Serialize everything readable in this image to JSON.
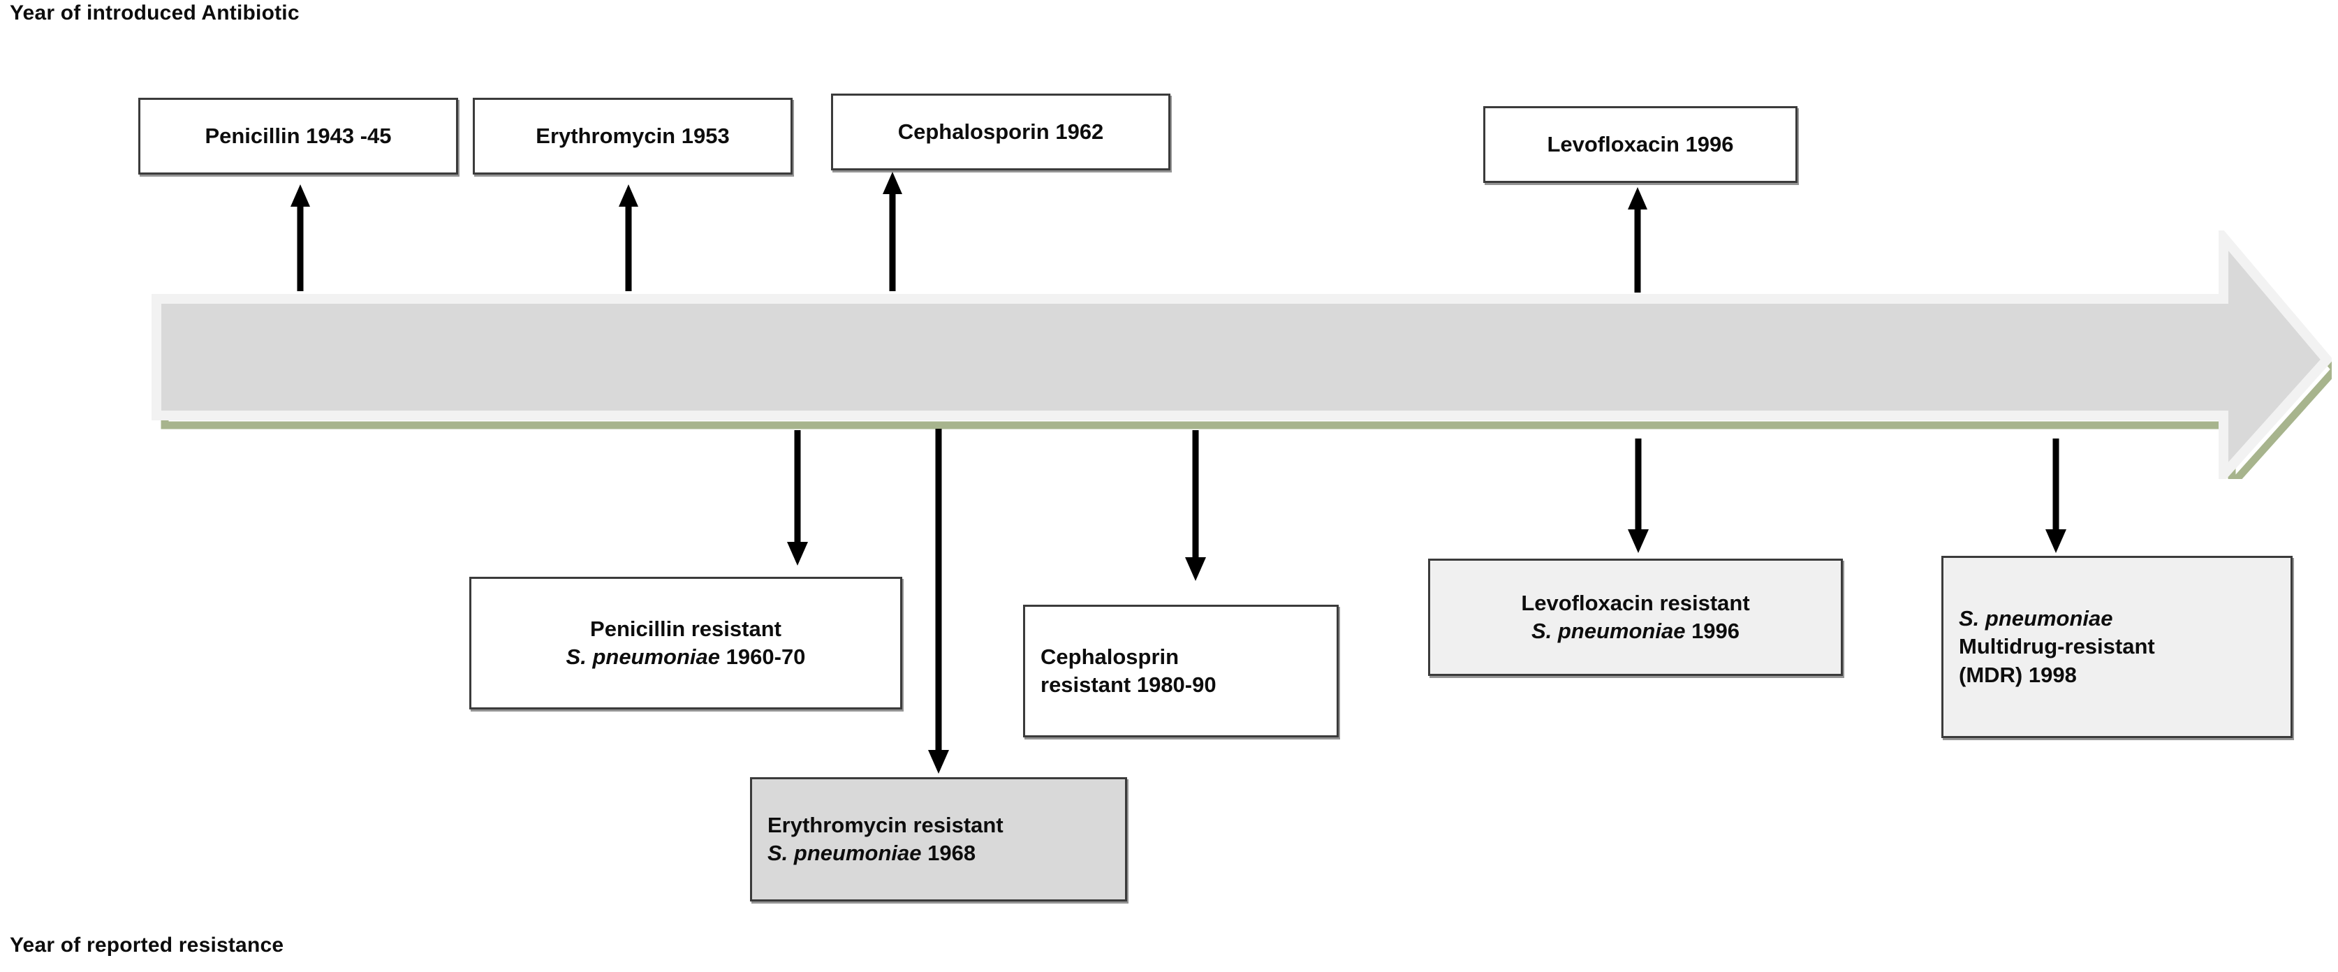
{
  "captions": {
    "top": "Year of introduced Antibiotic",
    "bottom": "Year of reported resistance"
  },
  "colors": {
    "arrow_fill": "#d9d9d9",
    "arrow_inner_stroke": "#f2f2f2",
    "arrow_shadow": "#a7b48d",
    "box_border": "#3b3b3b",
    "box_fill_white": "#ffffff",
    "box_fill_gray": "#d9d9d9",
    "box_fill_light": "#f0f0f0",
    "text": "#0d0d0d",
    "connector": "#000000"
  },
  "introductions": [
    {
      "id": "penicillin",
      "label": "Penicillin 1943 -45",
      "drug": "Penicillin",
      "year": "1943 -45"
    },
    {
      "id": "erythromycin",
      "label": "Erythromycin 1953",
      "drug": "Erythromycin",
      "year": "1953"
    },
    {
      "id": "cephalosporin",
      "label": "Cephalosporin 1962",
      "drug": "Cephalosporin",
      "year": "1962"
    },
    {
      "id": "levofloxacin",
      "label": "Levofloxacin 1996",
      "drug": "Levofloxacin",
      "year": "1996"
    }
  ],
  "resistances": [
    {
      "id": "penicillin-resistant",
      "lines": [
        "Penicillin resistant",
        "S. pneumoniae 1960-70"
      ],
      "line1": "Penicillin resistant",
      "species": "S. pneumoniae",
      "year": "1960-70"
    },
    {
      "id": "erythromycin-resistant",
      "lines": [
        "Erythromycin resistant",
        "S. pneumoniae 1968"
      ],
      "line1": "Erythromycin resistant",
      "species": "S. pneumoniae",
      "year": "1968"
    },
    {
      "id": "cephalosprin-resistant",
      "lines": [
        "Cephalosprin",
        "resistant 1980-90"
      ],
      "line1": "Cephalosprin",
      "line2": "resistant 1980-90"
    },
    {
      "id": "levofloxacin-resistant",
      "lines": [
        "Levofloxacin resistant",
        "S. pneumoniae 1996"
      ],
      "line1": "Levofloxacin resistant",
      "species": "S. pneumoniae",
      "year": "1996"
    },
    {
      "id": "mdr",
      "lines": [
        "S. pneumoniae",
        "Multidrug-resistant",
        "(MDR) 1998"
      ],
      "species": "S. pneumoniae",
      "line2": "Multidrug-resistant",
      "line3": "(MDR) 1998"
    }
  ]
}
